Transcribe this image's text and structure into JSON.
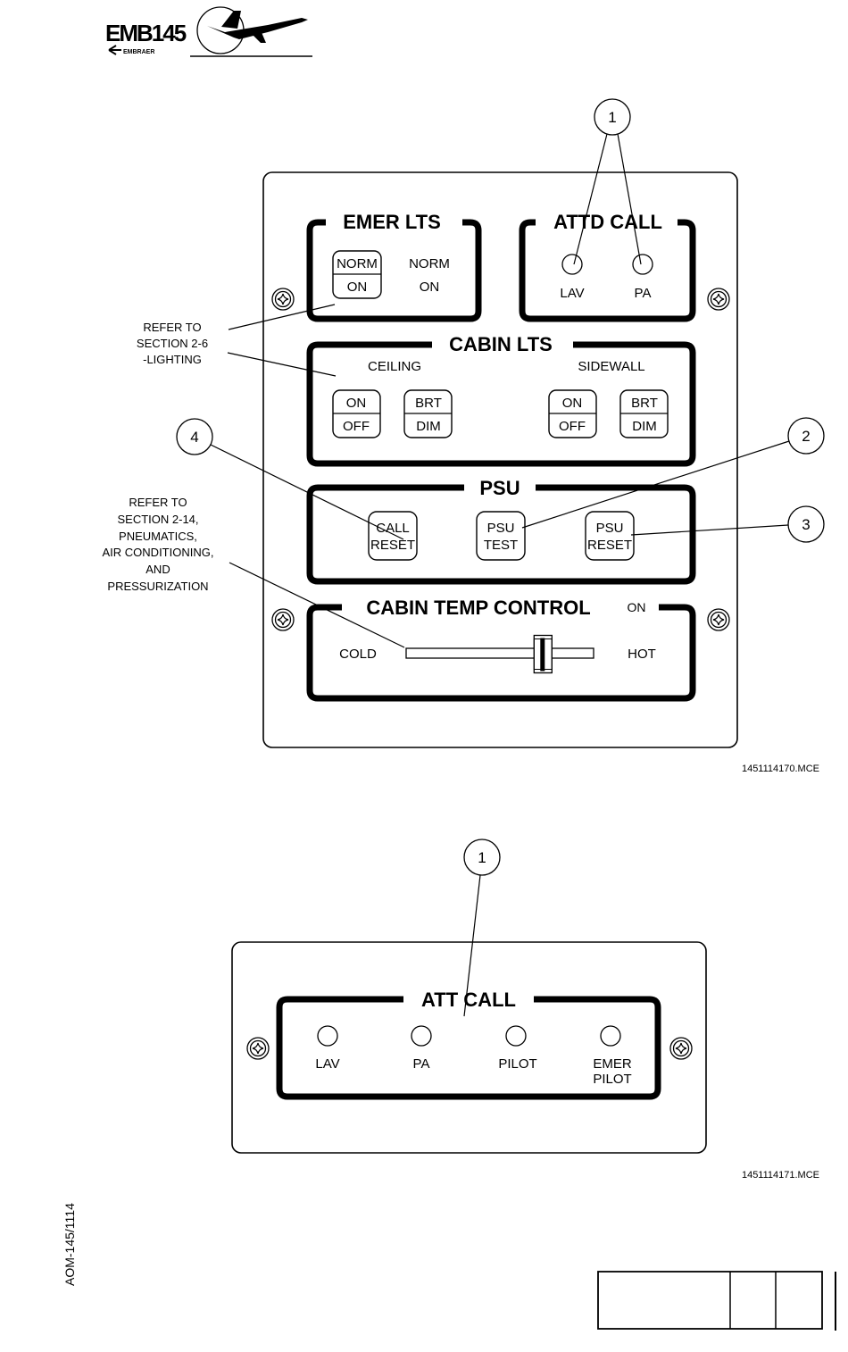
{
  "header": {
    "logo_model": "EMB145",
    "logo_brand": "EMBRAER"
  },
  "cabin_panel": {
    "emer_lts": {
      "title": "EMER LTS",
      "switch_top": "NORM",
      "switch_bottom": "ON",
      "legend_top": "NORM",
      "legend_bottom": "ON"
    },
    "attd_call": {
      "title": "ATTD CALL",
      "lights": [
        {
          "label": "LAV"
        },
        {
          "label": "PA"
        }
      ]
    },
    "cabin_lts": {
      "title": "CABIN LTS",
      "groups": [
        {
          "label": "CEILING",
          "switches": [
            {
              "top": "ON",
              "bottom": "OFF"
            },
            {
              "top": "BRT",
              "bottom": "DIM"
            }
          ]
        },
        {
          "label": "SIDEWALL",
          "switches": [
            {
              "top": "ON",
              "bottom": "OFF"
            },
            {
              "top": "BRT",
              "bottom": "DIM"
            }
          ]
        }
      ]
    },
    "psu": {
      "title": "PSU",
      "buttons": [
        {
          "line1": "CALL",
          "line2": "RESET"
        },
        {
          "line1": "PSU",
          "line2": "TEST"
        },
        {
          "line1": "PSU",
          "line2": "RESET"
        }
      ]
    },
    "cabin_temp": {
      "title": "CABIN TEMP CONTROL",
      "on_label": "ON",
      "cold_label": "COLD",
      "hot_label": "HOT",
      "slider_position": 0.73
    },
    "notes": {
      "lighting": [
        "REFER TO",
        "SECTION 2-6",
        "-LIGHTING"
      ],
      "pneumatics": [
        "REFER TO",
        "SECTION 2-14,",
        "PNEUMATICS,",
        "AIR CONDITIONING,",
        "AND",
        "PRESSURIZATION"
      ]
    },
    "callouts": [
      "1",
      "2",
      "3",
      "4"
    ],
    "figure_id": "1451114170.MCE"
  },
  "att_call_panel": {
    "title": "ATT CALL",
    "lights": [
      {
        "line1": "LAV",
        "line2": ""
      },
      {
        "line1": "PA",
        "line2": ""
      },
      {
        "line1": "PILOT",
        "line2": ""
      },
      {
        "line1": "EMER",
        "line2": "PILOT"
      }
    ],
    "callout": "1",
    "figure_id": "1451114171.MCE"
  },
  "footer": {
    "doc_code": "AOM-145/1114"
  }
}
